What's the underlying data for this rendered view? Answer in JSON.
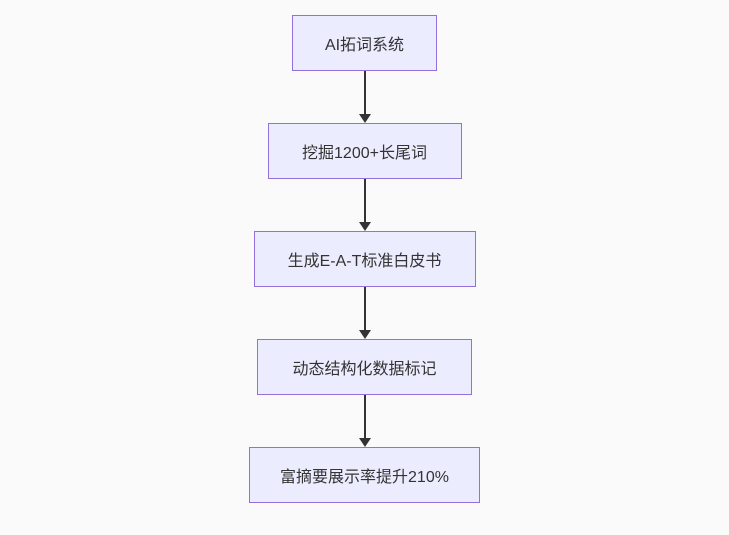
{
  "flowchart": {
    "type": "flowchart",
    "direction": "top-down",
    "colors": {
      "canvas_background": "#fafafa",
      "node_fill": "#ECECFF",
      "node_border": "#9370DB",
      "node_text": "#333333",
      "arrow": "#333333"
    },
    "nodes": [
      {
        "id": "step-1",
        "label": "AI拓词系统"
      },
      {
        "id": "step-2",
        "label": "挖掘1200+长尾词"
      },
      {
        "id": "step-3",
        "label": "生成E-A-T标准白皮书"
      },
      {
        "id": "step-4",
        "label": "动态结构化数据标记"
      },
      {
        "id": "step-5",
        "label": "富摘要展示率提升210%"
      }
    ],
    "edges": [
      {
        "from": "step-1",
        "to": "step-2"
      },
      {
        "from": "step-2",
        "to": "step-3"
      },
      {
        "from": "step-3",
        "to": "step-4"
      },
      {
        "from": "step-4",
        "to": "step-5"
      }
    ]
  }
}
